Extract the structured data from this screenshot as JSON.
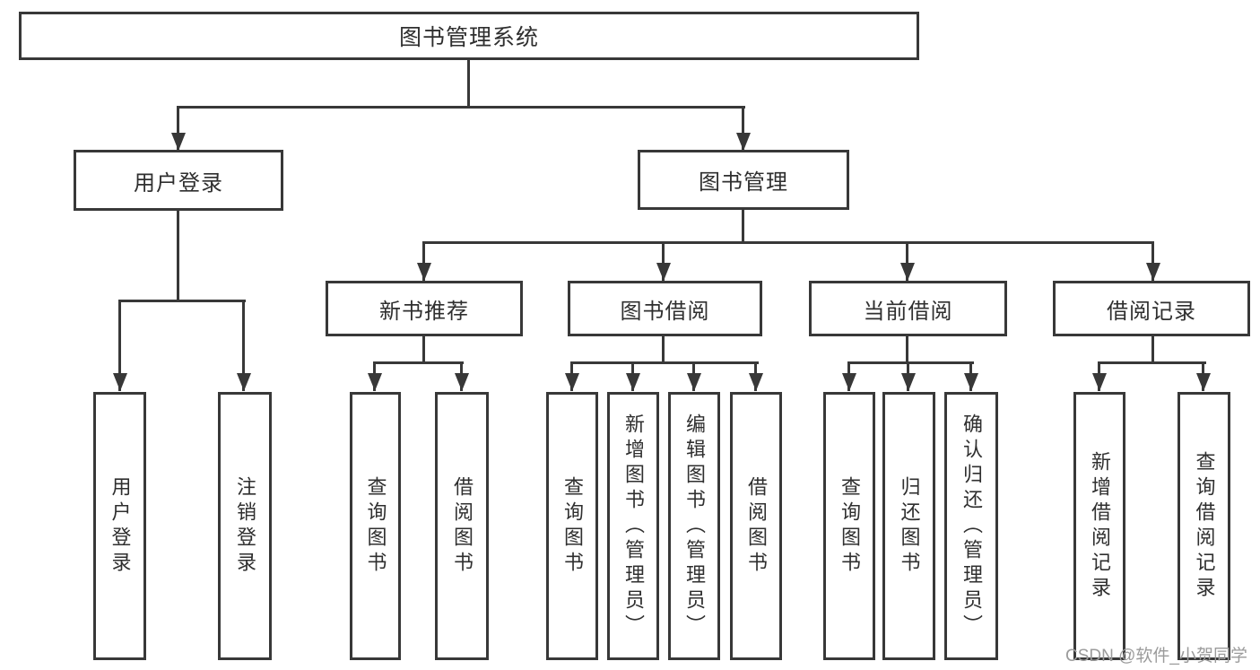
{
  "colors": {
    "line": "#383838",
    "text": "#2f2f2f",
    "watermark": "#9b9b9b",
    "background": "#ffffff"
  },
  "watermark": {
    "text": "CSDN @软件_小贺同学"
  },
  "diagram": {
    "title": "图书管理系统",
    "level2": {
      "user_login": "用户登录",
      "book_mgmt": "图书管理"
    },
    "level3": {
      "new_books": "新书推荐",
      "book_borrow": "图书借阅",
      "current_borrow": "当前借阅",
      "borrow_records": "借阅记录"
    },
    "leaves": {
      "user_login": "用户登录",
      "logout": "注销登录",
      "nb_query": "查询图书",
      "nb_borrow": "借阅图书",
      "bb_query": "查询图书",
      "bb_add": "新增图书（管理员）",
      "bb_edit": "编辑图书（管理员）",
      "bb_borrow": "借阅图书",
      "cb_query": "查询图书",
      "cb_return": "归还图书",
      "cb_confirm": "确认归还（管理员）",
      "br_add": "新增借阅记录",
      "br_query": "查询借阅记录"
    }
  }
}
